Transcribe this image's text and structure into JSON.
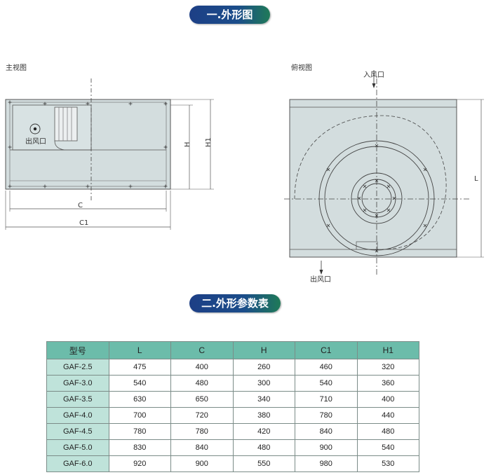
{
  "sections": {
    "outline_title": "一.外形图",
    "table_title": "二.外形参数表"
  },
  "front_view": {
    "caption": "主视图",
    "outlet_label": "出风口",
    "dims": {
      "h": "H",
      "h1": "H1",
      "c": "C",
      "c1": "C1"
    }
  },
  "top_view": {
    "caption": "俯视图",
    "inlet_label": "入风口",
    "outlet_label": "出风口",
    "dims": {
      "l": "L"
    }
  },
  "table": {
    "headers": [
      "型号",
      "L",
      "C",
      "H",
      "C1",
      "H1"
    ],
    "rows": [
      [
        "GAF-2.5",
        "475",
        "400",
        "260",
        "460",
        "320"
      ],
      [
        "GAF-3.0",
        "540",
        "480",
        "300",
        "540",
        "360"
      ],
      [
        "GAF-3.5",
        "630",
        "650",
        "340",
        "710",
        "400"
      ],
      [
        "GAF-4.0",
        "700",
        "720",
        "380",
        "780",
        "440"
      ],
      [
        "GAF-4.5",
        "780",
        "780",
        "420",
        "840",
        "480"
      ],
      [
        "GAF-5.0",
        "830",
        "840",
        "480",
        "900",
        "540"
      ],
      [
        "GAF-6.0",
        "920",
        "900",
        "550",
        "980",
        "530"
      ]
    ]
  },
  "colors": {
    "panel_fill": "#d3ddde",
    "header_fill": "#6cbcaa",
    "model_cell_fill": "#bfe3da",
    "pill_start": "#1d3f86",
    "pill_end": "#1f7a58"
  }
}
